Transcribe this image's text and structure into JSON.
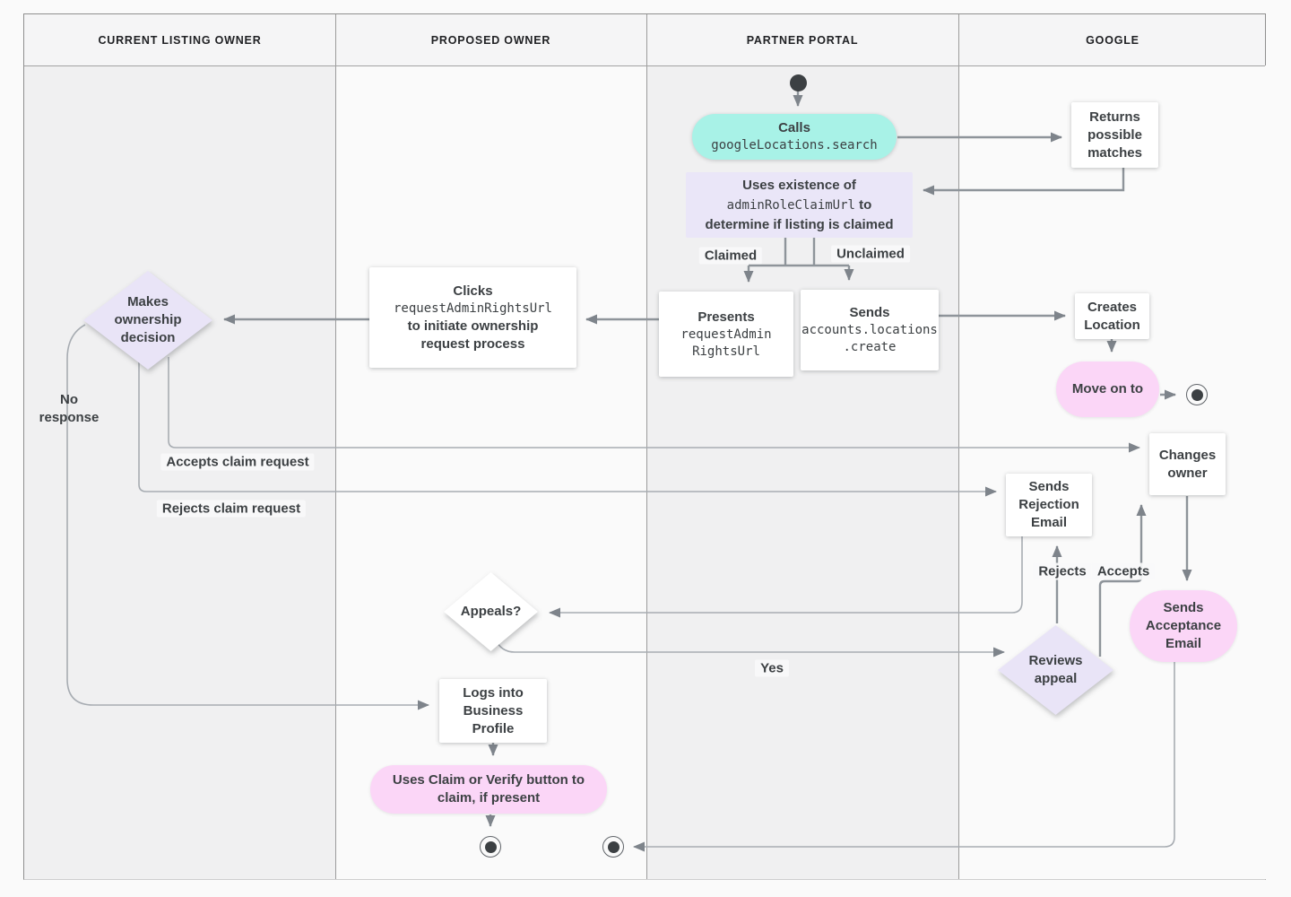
{
  "header": {
    "lanes": [
      "CURRENT LISTING OWNER",
      "PROPOSED OWNER",
      "PARTNER PORTAL",
      "GOOGLE"
    ]
  },
  "nodes": {
    "calls": {
      "title": "Calls",
      "code": "googleLocations.search"
    },
    "returns_matches": {
      "text": "Returns possible matches"
    },
    "uses_existence": {
      "l1": "Uses existence of",
      "code": "adminRoleClaimUrl",
      "l2_suffix": "to",
      "l3": "determine if listing is claimed"
    },
    "presents": {
      "title": "Presents",
      "code1": "requestAdmin",
      "code2": "RightsUrl"
    },
    "sends_create": {
      "title": "Sends",
      "code1": "accounts.locations",
      "code2": ".create"
    },
    "clicks": {
      "l1": "Clicks",
      "code": "requestAdminRightsUrl",
      "l3": "to initiate ownership",
      "l4": "request process"
    },
    "makes_decision": {
      "text": "Makes ownership decision"
    },
    "creates_location": {
      "text": "Creates Location"
    },
    "move_on": {
      "text": "Move on to"
    },
    "changes_owner": {
      "text": "Changes owner"
    },
    "sends_rejection": {
      "text": "Sends Rejection Email"
    },
    "appeals": {
      "text": "Appeals?"
    },
    "reviews_appeal": {
      "text": "Reviews appeal"
    },
    "sends_acceptance": {
      "text": "Sends Acceptance Email"
    },
    "logs_into": {
      "text": "Logs into Business Profile"
    },
    "claim_verify": {
      "text": "Uses Claim or Verify button to claim, if present"
    }
  },
  "edge_labels": {
    "claimed": "Claimed",
    "unclaimed": "Unclaimed",
    "no_response": "No response",
    "accepts_claim_request": "Accepts claim request",
    "rejects_claim_request": "Rejects claim request",
    "yes": "Yes",
    "rejects": "Rejects",
    "accepts": "Accepts"
  },
  "colors": {
    "teal_pill": "#a8f2e7",
    "lavender": "#eae6f8",
    "pink_pill": "#fbd6f7",
    "node_background": "#ffffff",
    "wire": "#8e949a",
    "text": "#3c4043",
    "lane_gray": "#f0f0f1",
    "lane_light": "#fafafa"
  }
}
